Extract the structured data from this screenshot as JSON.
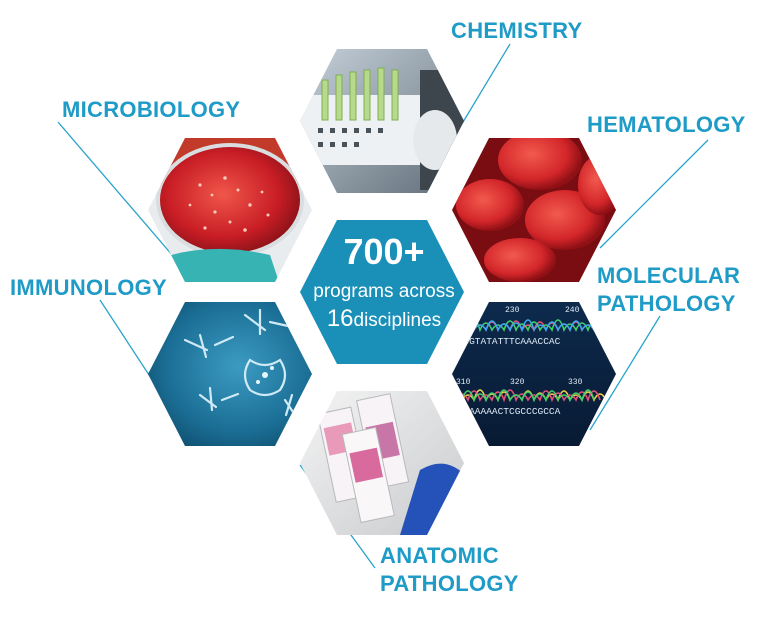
{
  "center": {
    "headline": "700+",
    "line1": "programs across",
    "line2_number": "16",
    "line2_text": "disciplines"
  },
  "disciplines": {
    "chemistry": "CHEMISTRY",
    "microbiology": "MICROBIOLOGY",
    "hematology": "HEMATOLOGY",
    "immunology": "IMMUNOLOGY",
    "molecular_line1": "MOLECULAR",
    "molecular_line2": "PATHOLOGY",
    "anatomic_line1": "ANATOMIC",
    "anatomic_line2": "PATHOLOGY"
  },
  "dna_sequence": {
    "top_numbers": [
      "230",
      "240"
    ],
    "top_bases": "CACGTATATTTCAAACCAC",
    "bottom_numbers": [
      "310",
      "320",
      "330"
    ],
    "bottom_bases": "GGTAAAAACTCGCCCGCCA"
  },
  "colors": {
    "accent": "#1f9bc7",
    "center_fill": "#1a8fb8",
    "line": "#2aa3cc"
  }
}
